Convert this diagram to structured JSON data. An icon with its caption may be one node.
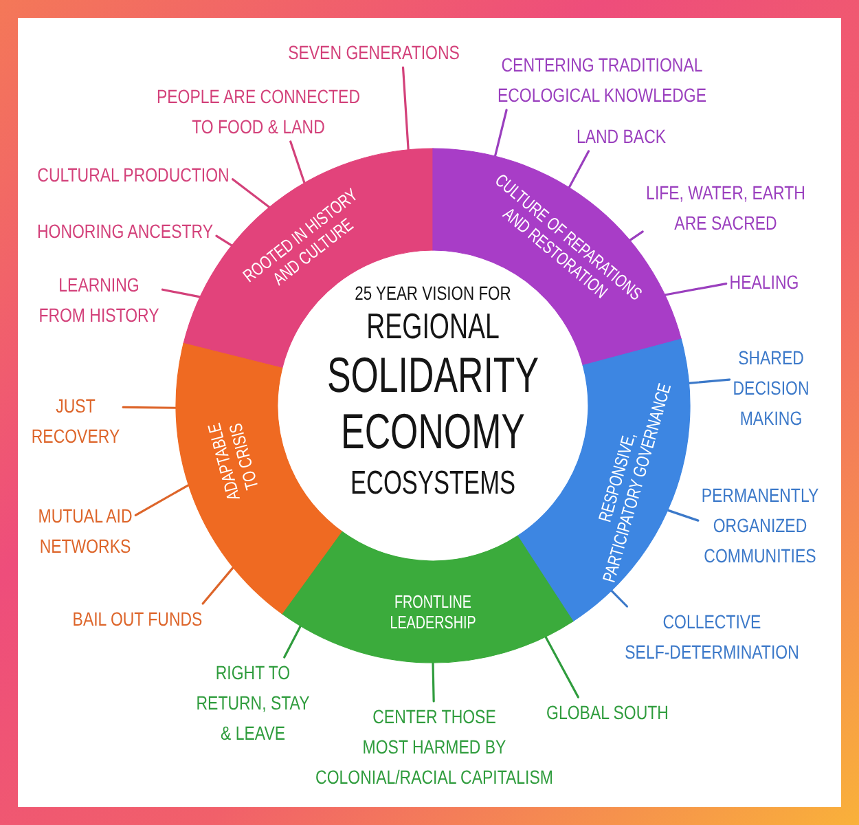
{
  "diagram": {
    "nodes": [
      {
        "text": [
          "25 YEAR VISION FOR",
          "REGIONAL SOLIDARITY ECONOMY ECOSYSTEMS"
        ]
      },
      {
        "text": [
          "ROOTED IN HISTORY AND CULTURE"
        ]
      },
      {
        "text": [
          "CULTURE OF REPARATIONS AND RESTORATION"
        ]
      },
      {
        "text": [
          "RESPONSIVE, PARTICIPATORY GOVERNANCE"
        ]
      },
      {
        "text": [
          "FRONTLINE LEADERSHIP"
        ]
      },
      {
        "text": [
          "ADAPTABLE TO CRISIS"
        ]
      },
      {
        "text": [
          "SEVEN GENERATIONS"
        ]
      },
      {
        "text": [
          "CENTERING TRADITIONAL ECOLOGICAL KNOWLEDGE"
        ]
      },
      {
        "text": [
          "PEOPLE ARE CONNECTED TO FOOD & LAND"
        ]
      },
      {
        "text": [
          "LAND BACK"
        ]
      },
      {
        "text": [
          "CULTURAL PRODUCTION"
        ]
      },
      {
        "text": [
          "LIFE, WATER, EARTH ARE SACRED"
        ]
      },
      {
        "text": [
          "HONORING ANCESTRY"
        ]
      },
      {
        "text": [
          "HEALING"
        ]
      },
      {
        "text": [
          "LEARNING FROM HISTORY"
        ]
      },
      {
        "text": [
          "SHARED DECISION MAKING"
        ]
      },
      {
        "text": [
          "JUST RECOVERY"
        ]
      },
      {
        "text": [
          "PERMANENTLY ORGANIZED COMMUNITIES"
        ]
      },
      {
        "text": [
          "MUTUAL AID NETWORKS"
        ]
      },
      {
        "text": [
          "BAIL OUT FUNDS"
        ]
      },
      {
        "text": [
          "COLLECTIVE SELF-DETERMINATION"
        ]
      },
      {
        "text": [
          "RIGHT TO RETURN, STAY & LEAVE"
        ]
      },
      {
        "text": [
          "GLOBAL SOUTH"
        ]
      },
      {
        "text": [
          "CENTER THOSE MOST HARMED BY COLONIAL/RACIAL CAPITALISM"
        ]
      }
    ],
    "edges": [
      {
        "from": 6,
        "to": 1,
        "arrow": "none"
      },
      {
        "from": 7,
        "to": 2,
        "arrow": "none",
        "color": "#9a3fbe"
      },
      {
        "from": 8,
        "to": 1,
        "arrow": "none"
      },
      {
        "from": 9,
        "to": 2,
        "arrow": "none",
        "color": "#9a3fbe"
      },
      {
        "from": 10,
        "to": 1,
        "arrow": "none"
      },
      {
        "from": 11,
        "to": 2,
        "arrow": "none",
        "color": "#9a3fbe"
      },
      {
        "from": 12,
        "to": 1,
        "arrow": "none"
      },
      {
        "from": 13,
        "to": 2,
        "arrow": "none",
        "color": "#9a3fbe"
      },
      {
        "from": 14,
        "to": 1,
        "arrow": "none"
      },
      {
        "from": 15,
        "to": 3,
        "arrow": "none",
        "color": "#3c79c9"
      },
      {
        "from": 16,
        "to": 5,
        "arrow": "none",
        "color": "#dd652a"
      },
      {
        "from": 17,
        "to": 3,
        "arrow": "none",
        "color": "#3c79c9"
      },
      {
        "from": 18,
        "to": 5,
        "arrow": "none",
        "color": "#dd652a"
      },
      {
        "from": 19,
        "to": 5,
        "arrow": "none",
        "color": "#dd652a"
      },
      {
        "from": 20,
        "to": 3,
        "arrow": "none",
        "color": "#3c79c9"
      },
      {
        "from": 21,
        "to": 4,
        "arrow": "none",
        "color": "#2f9c3d"
      },
      {
        "from": 22,
        "to": 4,
        "arrow": "none",
        "color": "#2f9c3d"
      },
      {
        "from": 23,
        "to": 4,
        "arrow": "none",
        "color": "#2f9c3d"
      }
    ]
  }
}
